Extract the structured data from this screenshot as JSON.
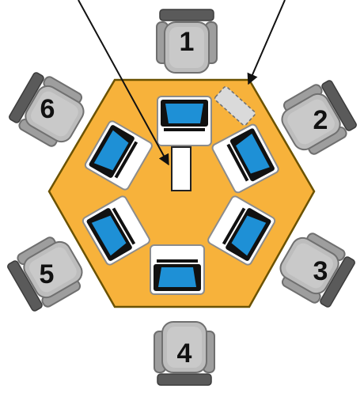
{
  "colors": {
    "table": "#F7B23B",
    "table_stroke": "#6B5200",
    "chair": "#B9B9B9",
    "chair_dark": "#6F6F6F",
    "chair_back": "#4A4A4A",
    "screen": "#1E90D6",
    "laptop_body": "#111111",
    "laptop_base": "#FFFFFF",
    "arrow": "#111111",
    "dashed_box": "#DADADA"
  },
  "seats": [
    {
      "label": "1"
    },
    {
      "label": "2"
    },
    {
      "label": "3"
    },
    {
      "label": "4"
    },
    {
      "label": "5"
    },
    {
      "label": "6"
    }
  ],
  "laptop_count": 6,
  "icons": {
    "chair": "office-chair-icon",
    "laptop": "laptop-icon",
    "center_device": "white-device-icon",
    "dashed_device": "dashed-device-icon",
    "arrow": "pointer-arrow-icon"
  }
}
